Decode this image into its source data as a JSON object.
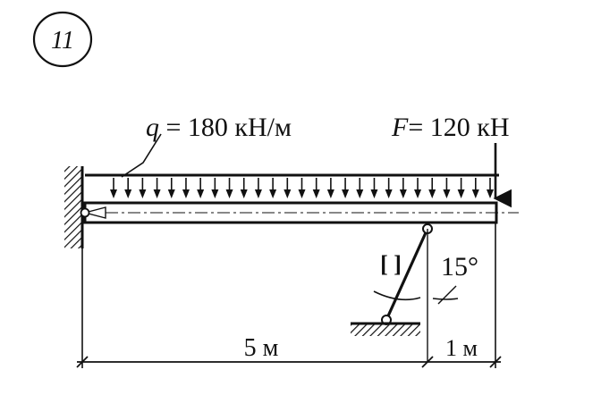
{
  "problem_number": "11",
  "load_q": {
    "symbol": "q",
    "eq": " = 180 кН/м"
  },
  "load_F": {
    "symbol": "F",
    "eq": "= 120 кН"
  },
  "angle_label": "15°",
  "dim_main": "5 м",
  "dim_overhang": "1 м",
  "rod_section_symbol": "[ ]"
}
